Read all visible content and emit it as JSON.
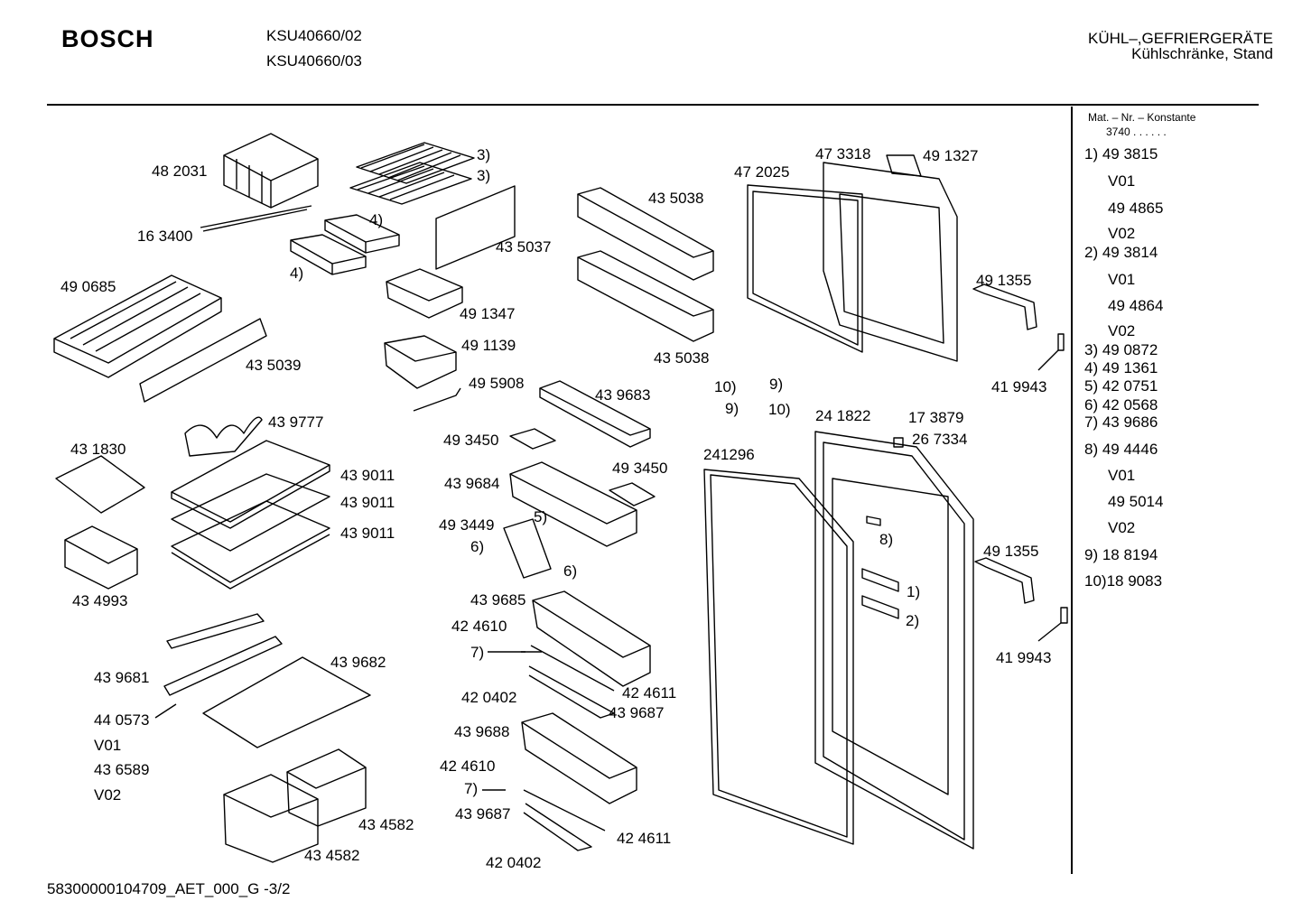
{
  "header": {
    "brand": "BOSCH",
    "models": [
      "KSU40660/02",
      "KSU40660/03"
    ],
    "category": "KÜHL–,GEFRIERGERÄTE",
    "subcategory": "Kühlschränke, Stand"
  },
  "sidebar": {
    "heading": "Mat. – Nr. – Konstante",
    "constant": "3740 . .   . . . .",
    "rows": [
      "1)  49 3815",
      "V01",
      "49 4865",
      "V02",
      "2)  49 3814",
      "V01",
      "49 4864",
      "V02",
      "3)  49 0872",
      "4)  49 1361",
      "5)  42 0751",
      "6)  42 0568",
      "7)  43 9686",
      "8)  49 4446",
      "V01",
      "49 5014",
      "V02",
      "9)  18 8194",
      "10)18 9083"
    ]
  },
  "labels": [
    "48 2031",
    "16 3400",
    "3)",
    "3)",
    "4)",
    "4)",
    "43 5037",
    "49 1347",
    "49 0685",
    "43 5039",
    "49 1139",
    "49 5908",
    "43 9777",
    "43 1830",
    "43 9011",
    "43 9011",
    "43 9011",
    "43 4993",
    "43 5038",
    "43 5038",
    "43 9683",
    "49 3450",
    "49 3450",
    "43 9684",
    "49 3449",
    "5)",
    "6)",
    "6)",
    "47 2025",
    "47 3318",
    "49 1327",
    "49 1355",
    "41 9943",
    "10)",
    "9)",
    "9)",
    "10)",
    "24 1822",
    "17 3879",
    "26 7334",
    "241296",
    "8)",
    "1)",
    "2)",
    "49 1355",
    "41 9943",
    "43 9685",
    "42 4610",
    "7)",
    "42 0402",
    "42 4611",
    "43 9687",
    "43 9688",
    "42 4610",
    "7)",
    "43 9687",
    "42 4611",
    "42 0402",
    "43 9681",
    "43 9682",
    "44 0573",
    "V01",
    "43 6589",
    "V02",
    "43 4582",
    "43 4582"
  ],
  "footer": {
    "code": "58300000104709_AET_000_G  -3/2"
  }
}
